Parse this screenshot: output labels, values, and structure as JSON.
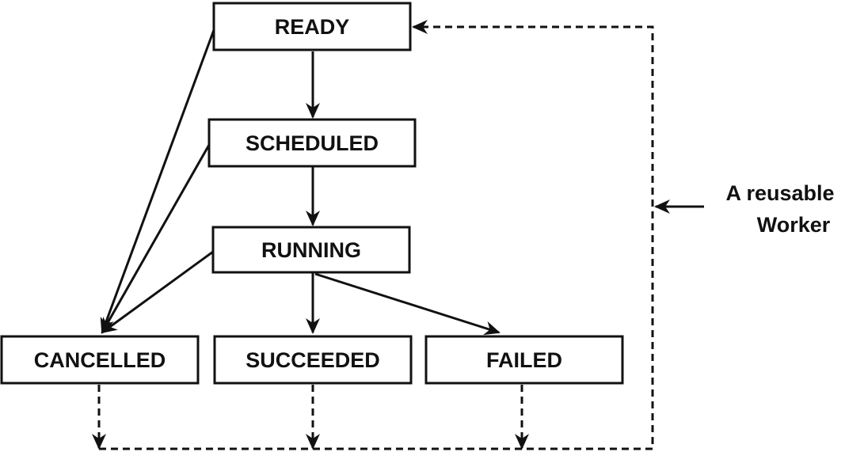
{
  "states": {
    "ready": "READY",
    "scheduled": "SCHEDULED",
    "running": "RUNNING",
    "cancelled": "CANCELLED",
    "succeeded": "SUCCEEDED",
    "failed": "FAILED"
  },
  "note": {
    "line1": "A reusable",
    "line2": "Worker"
  }
}
